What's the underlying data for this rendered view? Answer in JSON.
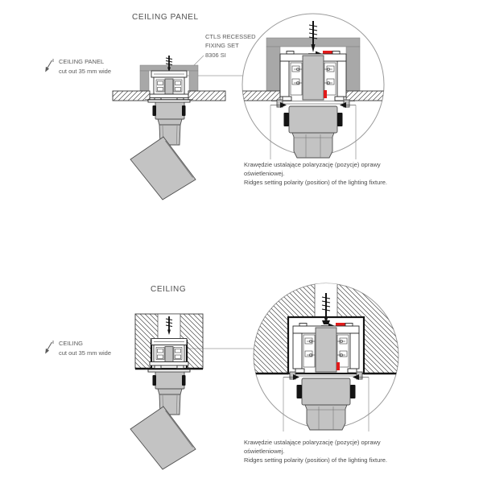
{
  "colors": {
    "fixture": "#c3c3c3",
    "bracket": "#a8a8a8",
    "red": "#e11a1a",
    "circle": "#9b9b9b",
    "text": "#4f4f4f"
  },
  "icons": {
    "cutout": "scalpel-cut-icon"
  },
  "top_section": {
    "title": "CEILING PANEL",
    "fixing_set_label": "CTLS RECESSED\nFIXING SET\n8306 SI",
    "cutout_note": {
      "line1": "CEILING PANEL",
      "line2": "cut out 35 mm wide"
    },
    "caption": {
      "pl": "Krawędzie ustalające polaryzację (pozycje) oprawy oświetleniowej.",
      "en": "Ridges setting polarity (position) of the lighting fixture."
    }
  },
  "bottom_section": {
    "title": "CEILING",
    "cutout_note": {
      "line1": "CEILING",
      "line2": "cut out 35 mm wide"
    },
    "caption": {
      "pl": "Krawędzie ustalające polaryzację (pozycje) oprawy oświetleniowej.",
      "en": "Ridges setting polarity (position) of the lighting fixture."
    }
  }
}
